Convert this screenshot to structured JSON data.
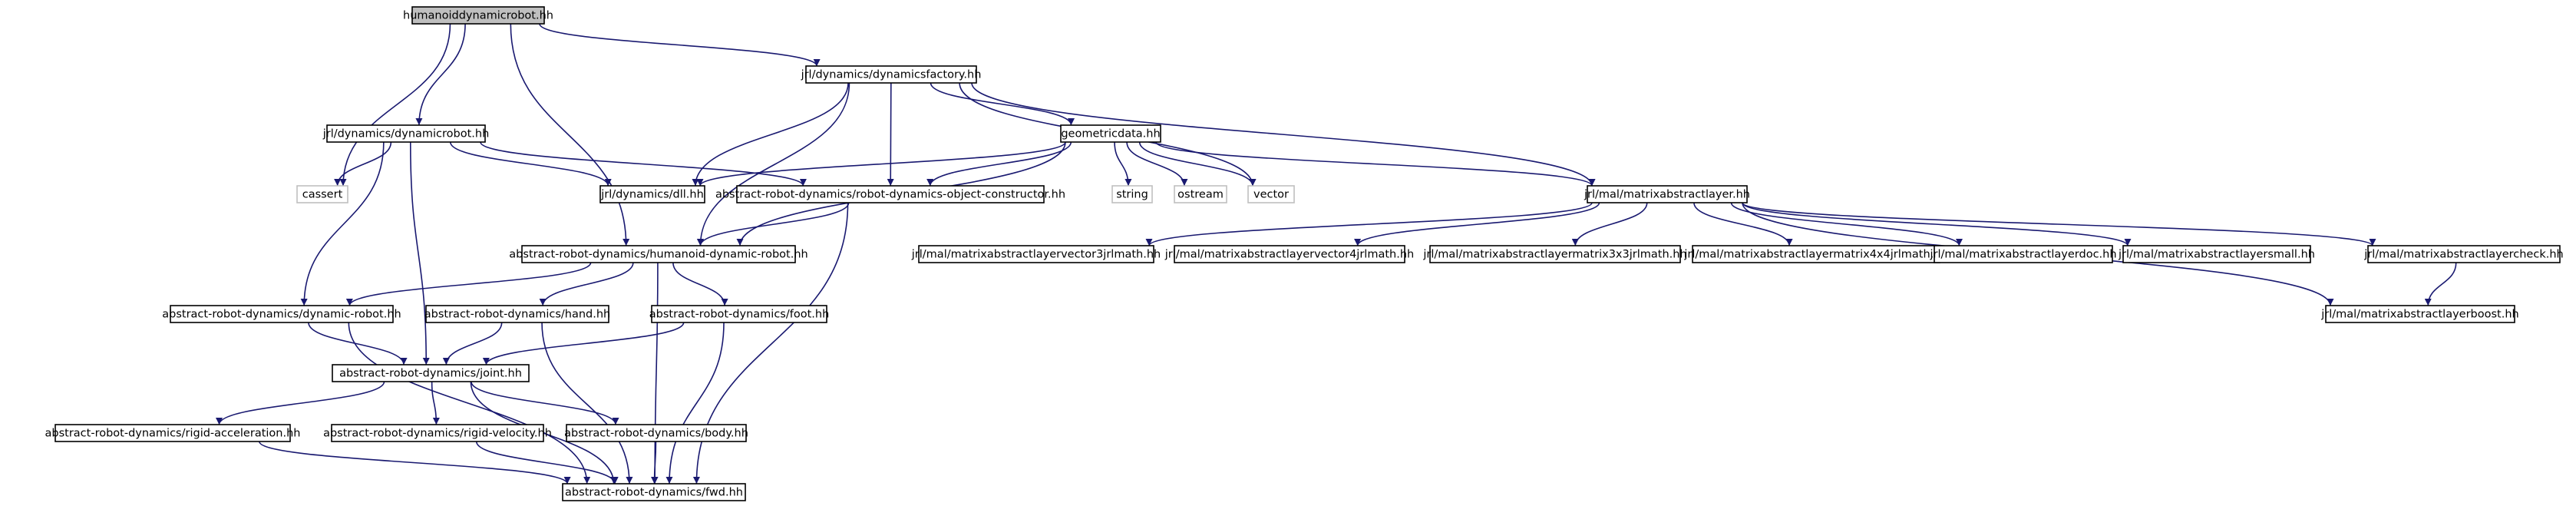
{
  "graph": {
    "colors": {
      "edge": "#191970",
      "node_border": "#000000",
      "node_fill": "#ffffff",
      "root_fill": "#bfbfbf",
      "external_border": "#bfbfbf",
      "text": "#000000"
    },
    "nodes": {
      "root": {
        "label": "humanoiddynamicrobot.hh",
        "kind": "root"
      },
      "dynfactory": {
        "label": "jrl/dynamics/dynamicsfactory.hh",
        "kind": "file"
      },
      "dynrobot": {
        "label": "jrl/dynamics/dynamicrobot.hh",
        "kind": "file"
      },
      "geomdata": {
        "label": "geometricdata.hh",
        "kind": "file"
      },
      "cassert": {
        "label": "cassert",
        "kind": "external"
      },
      "dll": {
        "label": "jrl/dynamics/dll.hh",
        "kind": "file"
      },
      "objconstructor": {
        "label": "abstract-robot-dynamics/robot-dynamics-object-constructor.hh",
        "kind": "file"
      },
      "string": {
        "label": "string",
        "kind": "external"
      },
      "ostream": {
        "label": "ostream",
        "kind": "external"
      },
      "vector": {
        "label": "vector",
        "kind": "external"
      },
      "mal": {
        "label": "jrl/mal/matrixabstractlayer.hh",
        "kind": "file"
      },
      "humanoid": {
        "label": "abstract-robot-dynamics/humanoid-dynamic-robot.hh",
        "kind": "file"
      },
      "malv3": {
        "label": "jrl/mal/matrixabstractlayervector3jrlmath.hh",
        "kind": "file"
      },
      "malv4": {
        "label": "jrl/mal/matrixabstractlayervector4jrlmath.hh",
        "kind": "file"
      },
      "malm3": {
        "label": "jrl/mal/matrixabstractlayermatrix3x3jrlmath.hh",
        "kind": "file"
      },
      "malm4": {
        "label": "jrl/mal/matrixabstractlayermatrix4x4jrlmath.hh",
        "kind": "file"
      },
      "maldoc": {
        "label": "jrl/mal/matrixabstractlayerdoc.hh",
        "kind": "file"
      },
      "malsmall": {
        "label": "jrl/mal/matrixabstractlayersmall.hh",
        "kind": "file"
      },
      "malcheck": {
        "label": "jrl/mal/matrixabstractlayercheck.hh",
        "kind": "file"
      },
      "malboost": {
        "label": "jrl/mal/matrixabstractlayerboost.hh",
        "kind": "file"
      },
      "dynrob": {
        "label": "abstract-robot-dynamics/dynamic-robot.hh",
        "kind": "file"
      },
      "hand": {
        "label": "abstract-robot-dynamics/hand.hh",
        "kind": "file"
      },
      "foot": {
        "label": "abstract-robot-dynamics/foot.hh",
        "kind": "file"
      },
      "joint": {
        "label": "abstract-robot-dynamics/joint.hh",
        "kind": "file"
      },
      "rigidacc": {
        "label": "abstract-robot-dynamics/rigid-acceleration.hh",
        "kind": "file"
      },
      "rigidvel": {
        "label": "abstract-robot-dynamics/rigid-velocity.hh",
        "kind": "file"
      },
      "body": {
        "label": "abstract-robot-dynamics/body.hh",
        "kind": "file"
      },
      "fwd": {
        "label": "abstract-robot-dynamics/fwd.hh",
        "kind": "file"
      }
    },
    "edges": [
      [
        "root",
        "dynfactory"
      ],
      [
        "root",
        "dynrobot"
      ],
      [
        "root",
        "cassert"
      ],
      [
        "root",
        "humanoid"
      ],
      [
        "dynfactory",
        "dll"
      ],
      [
        "dynfactory",
        "objconstructor"
      ],
      [
        "dynfactory",
        "geomdata"
      ],
      [
        "dynfactory",
        "mal"
      ],
      [
        "dynfactory",
        "vector"
      ],
      [
        "dynfactory",
        "humanoid"
      ],
      [
        "dynrobot",
        "cassert"
      ],
      [
        "dynrobot",
        "dll"
      ],
      [
        "dynrobot",
        "objconstructor"
      ],
      [
        "dynrobot",
        "dynrob"
      ],
      [
        "dynrobot",
        "joint"
      ],
      [
        "geomdata",
        "dll"
      ],
      [
        "geomdata",
        "objconstructor"
      ],
      [
        "geomdata",
        "humanoid"
      ],
      [
        "geomdata",
        "mal"
      ],
      [
        "geomdata",
        "string"
      ],
      [
        "geomdata",
        "ostream"
      ],
      [
        "geomdata",
        "vector"
      ],
      [
        "objconstructor",
        "humanoid"
      ],
      [
        "objconstructor",
        "fwd"
      ],
      [
        "mal",
        "malv3"
      ],
      [
        "mal",
        "malv4"
      ],
      [
        "mal",
        "malm3"
      ],
      [
        "mal",
        "malm4"
      ],
      [
        "mal",
        "maldoc"
      ],
      [
        "mal",
        "malsmall"
      ],
      [
        "mal",
        "malcheck"
      ],
      [
        "mal",
        "malboost"
      ],
      [
        "malcheck",
        "malboost"
      ],
      [
        "humanoid",
        "dynrob"
      ],
      [
        "humanoid",
        "hand"
      ],
      [
        "humanoid",
        "foot"
      ],
      [
        "humanoid",
        "fwd"
      ],
      [
        "dynrob",
        "joint"
      ],
      [
        "dynrob",
        "fwd"
      ],
      [
        "hand",
        "joint"
      ],
      [
        "hand",
        "fwd"
      ],
      [
        "foot",
        "joint"
      ],
      [
        "foot",
        "fwd"
      ],
      [
        "joint",
        "rigidacc"
      ],
      [
        "joint",
        "rigidvel"
      ],
      [
        "joint",
        "body"
      ],
      [
        "joint",
        "fwd"
      ],
      [
        "rigidacc",
        "fwd"
      ],
      [
        "rigidvel",
        "fwd"
      ],
      [
        "body",
        "fwd"
      ]
    ]
  }
}
